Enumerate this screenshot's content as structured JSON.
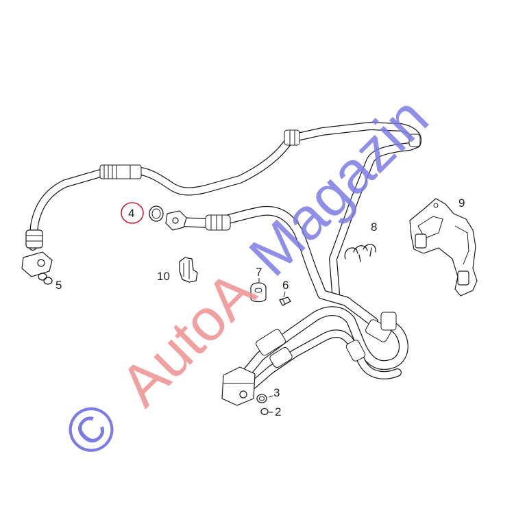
{
  "diagram": {
    "callouts": [
      {
        "id": "1",
        "label": "4"
      },
      {
        "id": "2",
        "label": "9"
      },
      {
        "id": "3",
        "label": "8"
      },
      {
        "id": "4",
        "label": "10"
      },
      {
        "id": "5",
        "label": "7"
      },
      {
        "id": "6",
        "label": "6"
      },
      {
        "id": "7",
        "label": "5"
      },
      {
        "id": "8",
        "label": "3"
      },
      {
        "id": "9",
        "label": "2"
      }
    ],
    "highlight_color": "#cc2233"
  },
  "watermark": {
    "copyright_symbol": "©",
    "brand_first": "AutoA",
    "brand_second": "Magazin",
    "color_blue": "#7b7be6",
    "color_red": "#ef8f8f"
  }
}
